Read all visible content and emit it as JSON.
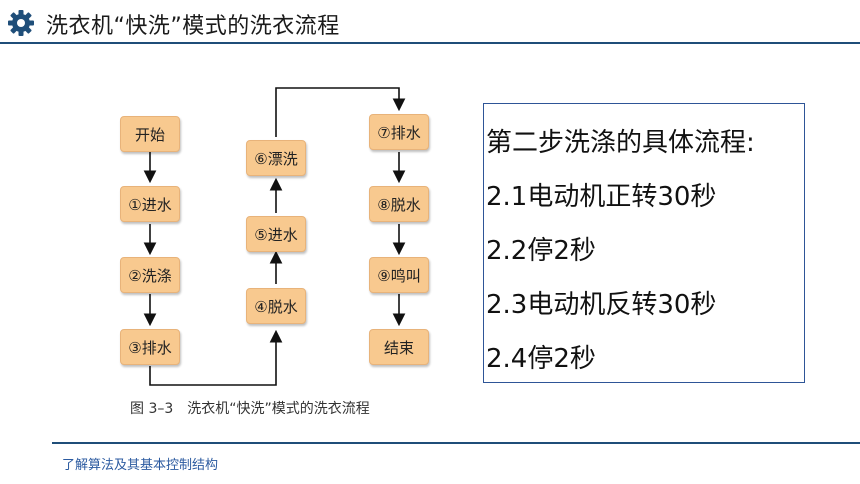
{
  "header": {
    "title": "洗衣机“快洗”模式的洗衣流程",
    "icon": "gear-icon",
    "accent_color": "#1f4e79"
  },
  "flowchart": {
    "column1": [
      "开始",
      "①进水",
      "②洗涤",
      "③排水"
    ],
    "column2": [
      "⑥漂洗",
      "⑤进水",
      "④脱水"
    ],
    "column3": [
      "⑦排水",
      "⑧脱水",
      "⑨鸣叫",
      "结束"
    ],
    "box_color": "#f8c98f",
    "caption": "图 3–3　洗衣机“快洗”模式的洗衣流程"
  },
  "steps": {
    "heading": "第二步洗涤的具体流程:",
    "items": [
      "2.1电动机正转30秒",
      "2.2停2秒",
      "2.3电动机反转30秒",
      "2.4停2秒"
    ]
  },
  "footer": {
    "text": "了解算法及其基本控制结构"
  }
}
